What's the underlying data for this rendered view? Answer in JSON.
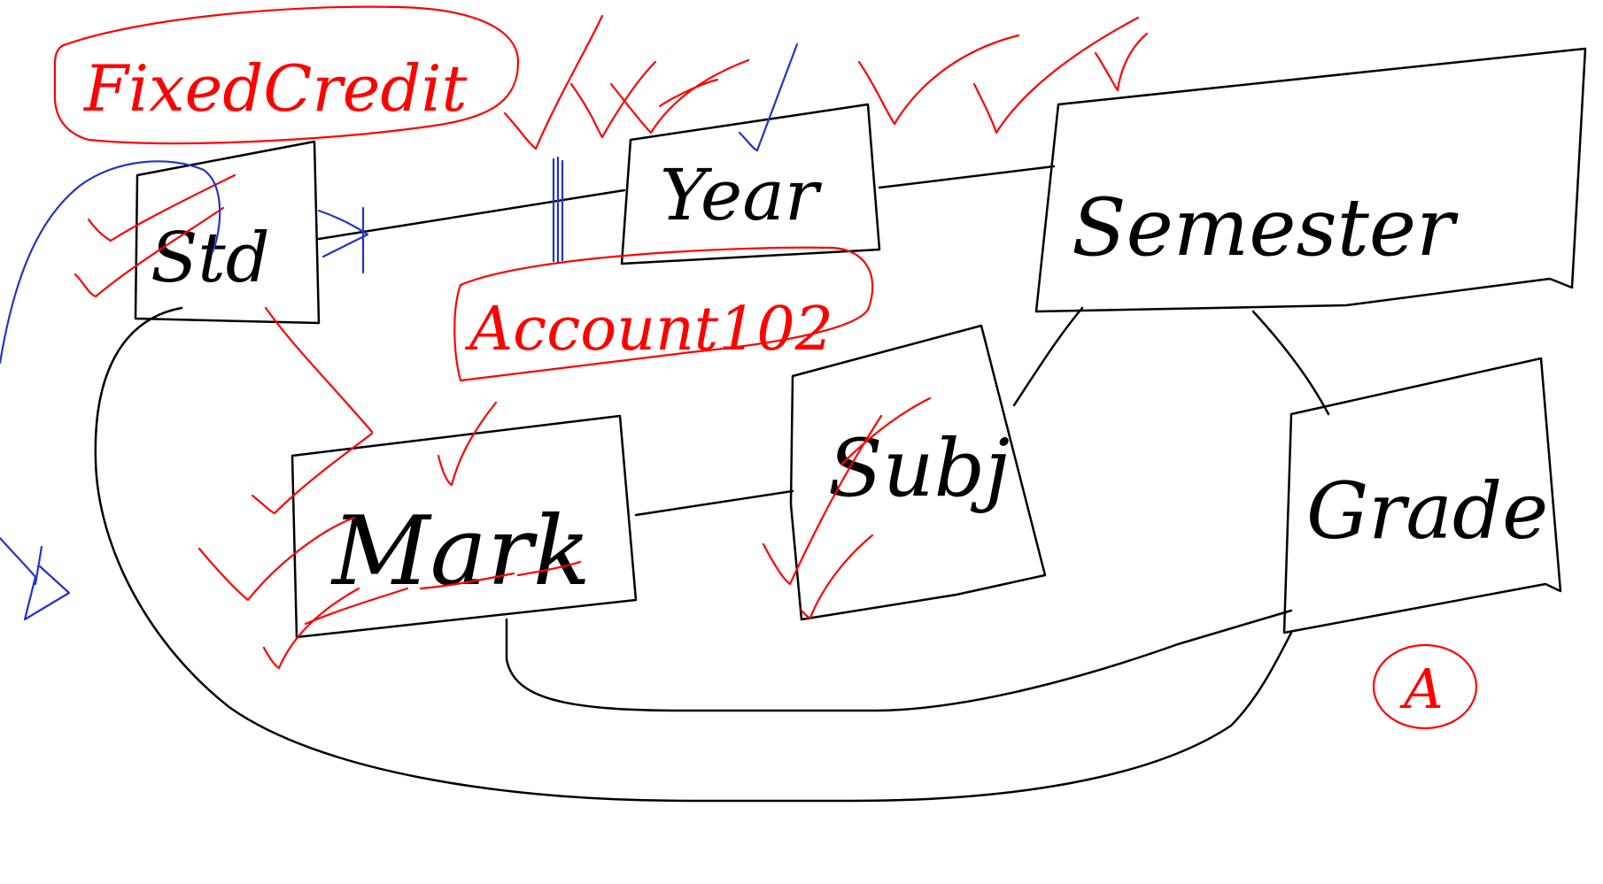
{
  "colors": {
    "ink": "#000000",
    "markup": "#ff0000",
    "annotation": "#2233cc",
    "background": "#ffffff"
  },
  "entities": {
    "std": "Std",
    "year": "Year",
    "semester": "Semester",
    "mark": "Mark",
    "subj": "Subj",
    "grade": "Grade"
  },
  "notes": {
    "fixed_credit": "FixedCredit",
    "account": "Account102",
    "grade_mark": "A"
  }
}
